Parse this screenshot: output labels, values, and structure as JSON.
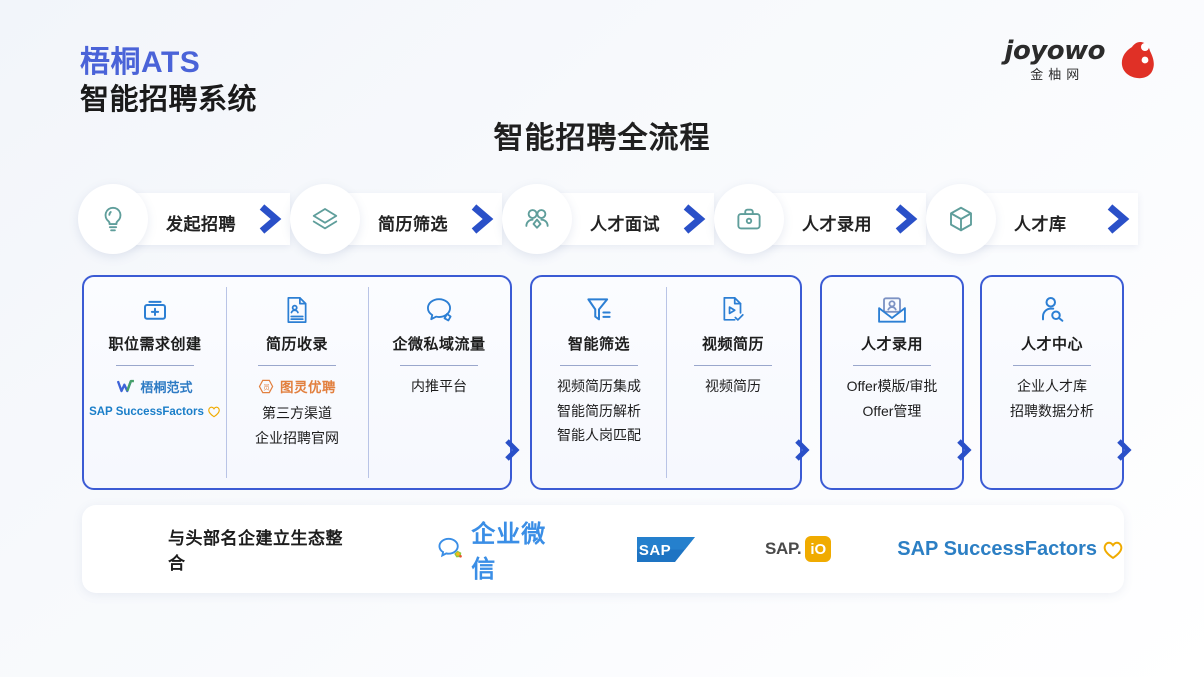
{
  "brand": {
    "line1": "梧桐ATS",
    "line2": "智能招聘系统",
    "accent_color": "#4a63d8"
  },
  "logo": {
    "wordmark": "joyowo",
    "chinese": "金柚网",
    "mark_color": "#e03026"
  },
  "heading": "智能招聘全流程",
  "steps": [
    {
      "label": "发起招聘",
      "icon": "lightbulb-icon"
    },
    {
      "label": "简历筛选",
      "icon": "layers-icon"
    },
    {
      "label": "人才面试",
      "icon": "people-icon"
    },
    {
      "label": "人才录用",
      "icon": "briefcase-icon"
    },
    {
      "label": "人才库",
      "icon": "cube-icon"
    }
  ],
  "step_icon_color": "#5f9e9b",
  "chevron_color": "#2a50c8",
  "cards": [
    {
      "columns": [
        {
          "title": "职位需求创建",
          "icon": "box-plus-icon",
          "brand_logos": [
            {
              "type": "wutong",
              "text": "梧桐范式"
            },
            {
              "type": "sap-successfactors",
              "text": "SAP SuccessFactors"
            }
          ],
          "items": []
        },
        {
          "title": "简历收录",
          "icon": "resume-doc-icon",
          "brand_logos": [
            {
              "type": "tuling",
              "text": "图灵优聘"
            }
          ],
          "items": [
            "第三方渠道",
            "企业招聘官网"
          ]
        },
        {
          "title": "企微私域流量",
          "icon": "chat-bubble-icon",
          "brand_logos": [],
          "items": [
            "内推平台"
          ]
        }
      ]
    },
    {
      "columns": [
        {
          "title": "智能筛选",
          "icon": "filter-icon",
          "brand_logos": [],
          "items": [
            "视频简历集成",
            "智能简历解析",
            "智能人岗匹配"
          ]
        },
        {
          "title": "视频简历",
          "icon": "video-doc-icon",
          "brand_logos": [],
          "items": [
            "视频简历"
          ]
        }
      ]
    },
    {
      "columns": [
        {
          "title": "人才录用",
          "icon": "offer-envelope-icon",
          "brand_logos": [],
          "items": [
            "Offer模版/审批",
            "Offer管理"
          ]
        }
      ]
    },
    {
      "columns": [
        {
          "title": "人才中心",
          "icon": "person-search-icon",
          "brand_logos": [],
          "items": [
            "企业人才库",
            "招聘数据分析"
          ]
        }
      ]
    }
  ],
  "partners": {
    "lead_text": "与头部名企建立生态整合",
    "logos": [
      {
        "name": "wecom",
        "text": "企业微信"
      },
      {
        "name": "sap",
        "text": "SAP"
      },
      {
        "name": "sap-io",
        "text": "SAP.",
        "badge": "iO"
      },
      {
        "name": "sap-successfactors",
        "text": "SAP SuccessFactors"
      }
    ]
  }
}
